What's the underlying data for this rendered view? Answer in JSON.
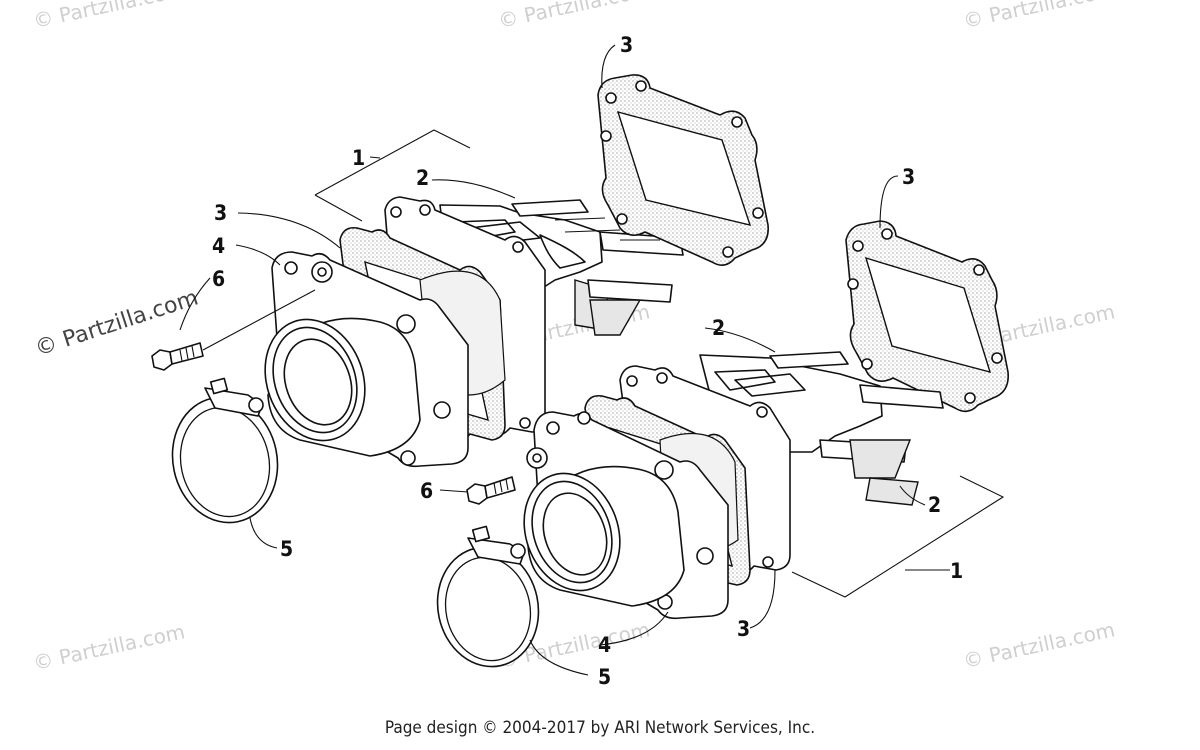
{
  "watermarks": {
    "corner_text": "© Partzilla.com",
    "center_text": "© Partzilla.com"
  },
  "callouts": {
    "c1": "1",
    "c2": "2",
    "c3": "3",
    "c4": "4",
    "c5": "5",
    "c6": "6"
  },
  "footer": {
    "text": "Page design © 2004-2017 by ARI Network Services, Inc."
  },
  "colors": {
    "ink": "#111111",
    "watermark": "#cfcfcf",
    "background": "#ffffff"
  }
}
